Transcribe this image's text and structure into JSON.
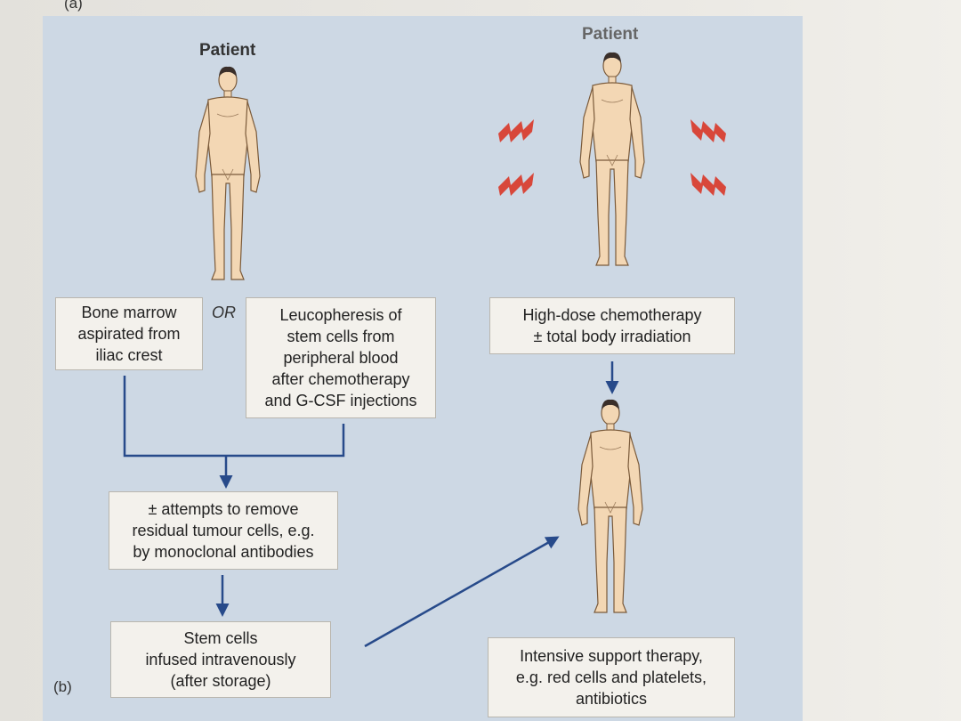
{
  "panel_labels": {
    "a": "(a)",
    "b": "(b)"
  },
  "left_figure": {
    "title": "Patient"
  },
  "right_figure": {
    "title": "Patient"
  },
  "boxes": {
    "bone_marrow": "Bone marrow\naspirated from\niliac crest",
    "or_label": "OR",
    "leucopheresis": "Leucopheresis of\nstem cells from\nperipheral blood\nafter chemotherapy\nand G-CSF injections",
    "remove_tumour": "± attempts to remove\nresidual tumour cells, e.g.\nby monoclonal antibodies",
    "stem_cells": "Stem cells\ninfused intravenously\n(after storage)",
    "chemotherapy": "High-dose chemotherapy\n± total body irradiation",
    "support": "Intensive support therapy,\ne.g. red cells and platelets,\nantibiotics"
  },
  "colors": {
    "panel": "#cdd8e4",
    "arrow": "#274a8a",
    "lightning": "#d8473a",
    "skin": "#f3d7b4"
  },
  "icons": [
    "human-figure",
    "lightning-bolt-icon"
  ]
}
